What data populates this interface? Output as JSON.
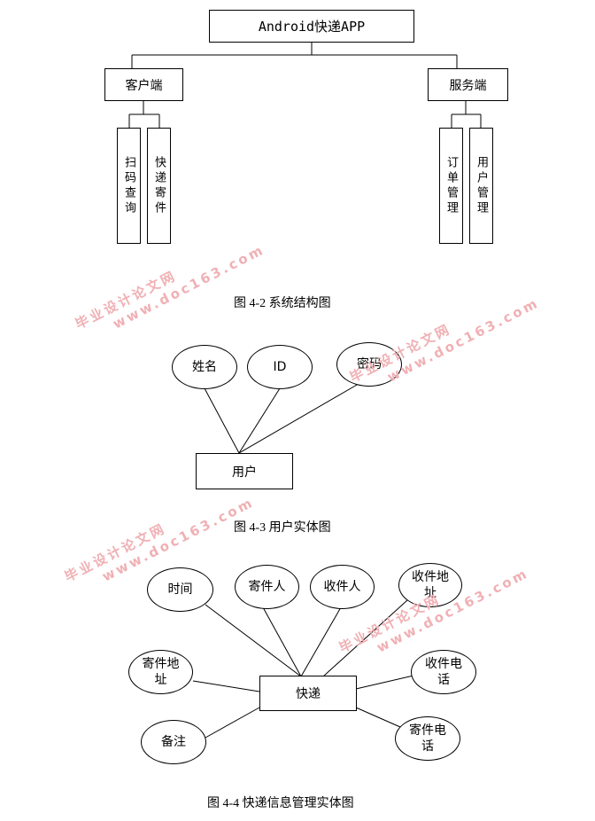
{
  "fig42": {
    "root": "Android快递APP",
    "client": "客户端",
    "server": "服务端",
    "client_children": [
      "扫码查询",
      "快递寄件"
    ],
    "server_children": [
      "订单管理",
      "用户管理"
    ],
    "caption": "图 4-2  系统结构图"
  },
  "fig43": {
    "entity": "用户",
    "attributes": [
      "姓名",
      "ID",
      "密码"
    ],
    "caption": "图 4-3 用户实体图"
  },
  "fig44": {
    "entity": "快递",
    "attributes": [
      "时间",
      "寄件人",
      "收件人",
      "收件地址",
      "寄件地址",
      "收件电话",
      "备注",
      "寄件电话"
    ],
    "caption": "图 4-4 快递信息管理实体图"
  },
  "watermark": {
    "line1": "毕业设计论文网",
    "line2": "www.doc163.com"
  }
}
